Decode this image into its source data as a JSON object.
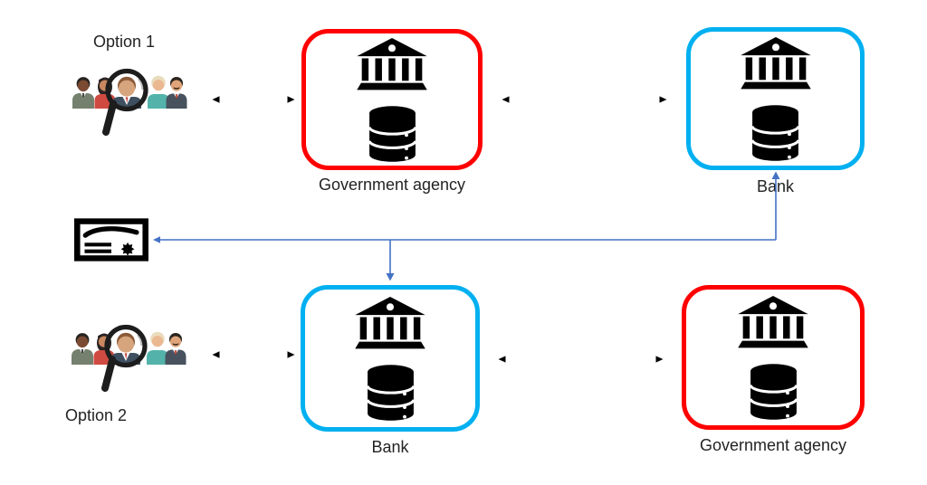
{
  "option1": {
    "title": "Option 1",
    "left_box": {
      "label": "Government agency",
      "border_color": "#FF0000"
    },
    "right_box": {
      "label": "Bank",
      "border_color": "#00B0F0"
    }
  },
  "option2": {
    "title": "Option 2",
    "left_box": {
      "label": "Bank",
      "border_color": "#00B0F0"
    },
    "right_box": {
      "label": "Government agency",
      "border_color": "#FF0000"
    }
  },
  "colors": {
    "connector_blue": "#4472C4",
    "red_box_border": "#FF0000",
    "blue_box_border": "#00B0F0",
    "icon_black": "#000000",
    "text": "#232323",
    "background": "#FFFFFF"
  },
  "icons": {
    "people": "citizens-with-magnifier-icon",
    "building": "bank-building-icon",
    "database": "database-icon",
    "certificate": "certificate-icon"
  }
}
